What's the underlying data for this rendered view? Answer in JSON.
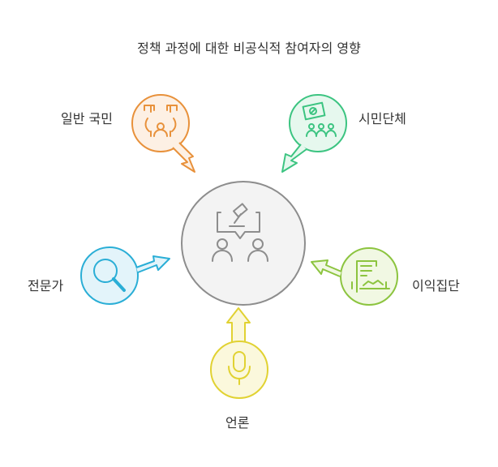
{
  "title": "정책 과정에 대한 비공식적 참여자의 영향",
  "center": {
    "icon": "policy-discussion-icon"
  },
  "nodes": [
    {
      "label": "일반 국민",
      "icon": "public-crowd-icon",
      "color": "#e8913b",
      "fill": "#fdf0e4"
    },
    {
      "label": "시민단체",
      "icon": "civic-protest-icon",
      "color": "#3cc481",
      "fill": "#e6f8ee"
    },
    {
      "label": "전문가",
      "icon": "magnifier-icon",
      "color": "#2aaed6",
      "fill": "#e3f4fa"
    },
    {
      "label": "이익집단",
      "icon": "handshake-contract-icon",
      "color": "#8cc43f",
      "fill": "#f1f8e3"
    },
    {
      "label": "언론",
      "icon": "microphone-icon",
      "color": "#e1d232",
      "fill": "#fbf8dc"
    }
  ],
  "colors": {
    "center_stroke": "#8d8d8d",
    "center_fill": "#f3f3f3",
    "text": "#333333"
  }
}
